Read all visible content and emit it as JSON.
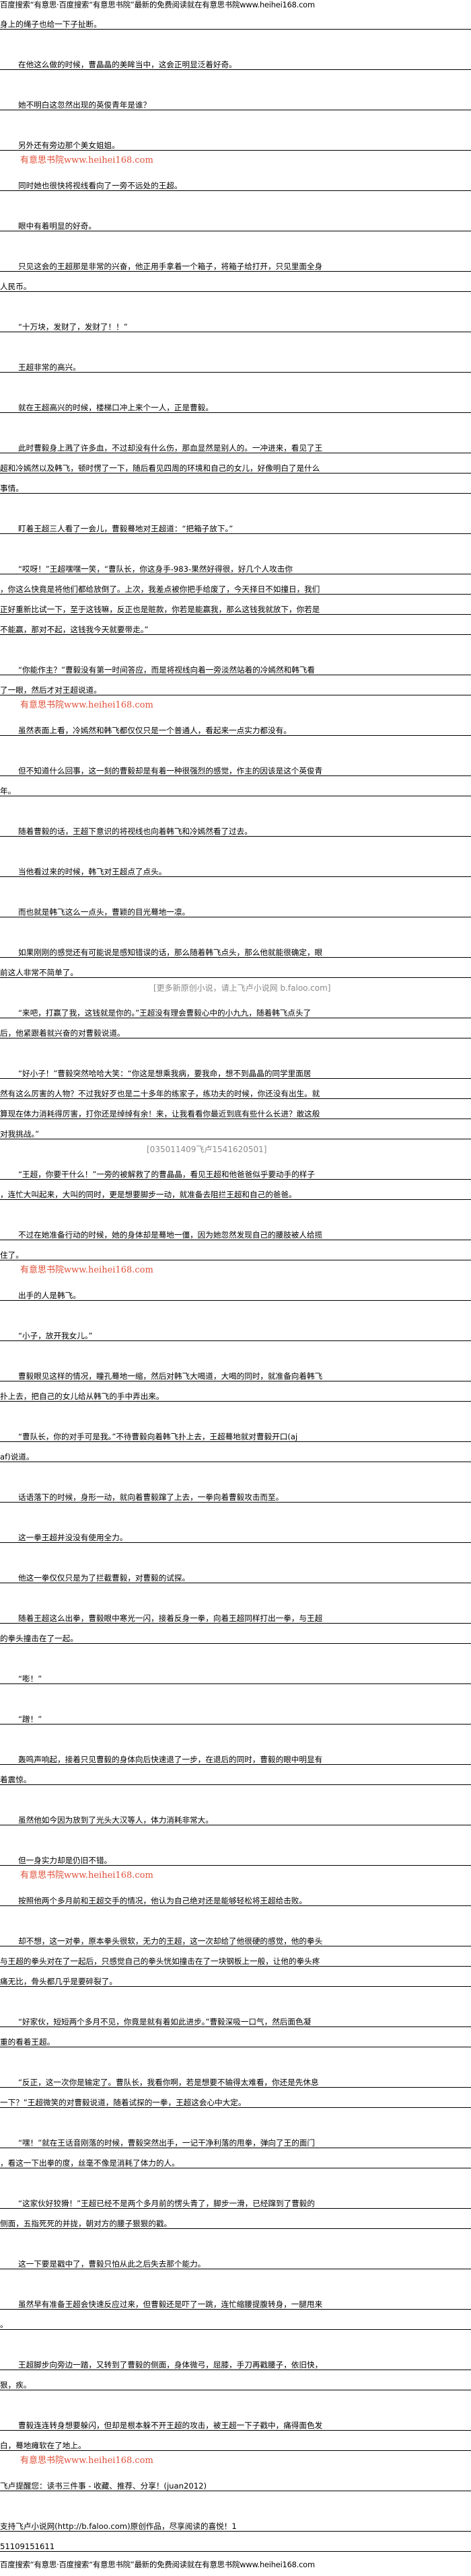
{
  "banner": "百度搜索“有意思·百度搜索“有意思书院”最新的免费阅读就在有意思书院www.heihei168.com",
  "watermarks": {
    "site": "有意思书院www.heihei168.com",
    "faloo_1": "[更多新原创小说，请上飞卢小说网 b.faloo.com]",
    "faloo_2": "[035011409飞卢1541620501]"
  },
  "paragraphs": [
    {
      "indent": false,
      "lines": [
        "身上的绳子也给一下子扯断。"
      ]
    },
    {
      "indent": true,
      "lines": [
        "在他这么做的时候，曹晶晶的美眸当中，这会正明显泛着好奇。"
      ]
    },
    {
      "indent": true,
      "lines": [
        "她不明白这忽然出现的英俊青年是谁？"
      ]
    },
    {
      "indent": true,
      "lines": [
        "另外还有旁边那个美女姐姐。"
      ]
    },
    {
      "indent": true,
      "lines": [
        "同时她也很快将视线看向了一旁不远处的王超。"
      ]
    },
    {
      "indent": true,
      "lines": [
        "眼中有着明显的好奇。"
      ]
    },
    {
      "indent": true,
      "lines": [
        "只见这会的王超那是非常的兴奋，他正用手拿着一个箱子，将箱子给打开，只见里面全身",
        "人民币。"
      ]
    },
    {
      "indent": true,
      "lines": [
        "“十万块，发财了，发财了！！”"
      ]
    },
    {
      "indent": true,
      "lines": [
        "王超非常的高兴。"
      ]
    },
    {
      "indent": true,
      "lines": [
        "就在王超高兴的时候，楼梯口冲上来个一人，正是曹毅。"
      ]
    },
    {
      "indent": true,
      "lines": [
        "此时曹毅身上溅了许多血，不过却没有什么伤，那血显然是别人的。一冲进来，看见了王",
        "超和冷嫣然以及韩飞，顿时愣了一下，随后看见四周的环境和自己的女儿，好像明白了是什么",
        "事情。"
      ]
    },
    {
      "indent": true,
      "lines": [
        "盯着王超三人看了一会儿，曹毅蓦地对王超道：“把箱子放下。”"
      ]
    },
    {
      "indent": true,
      "lines": [
        "“哎呀！”王超嘿嘿一笑，“曹队长，你这身手-983-果然好得很，好几个人攻击你",
        "，你这么快竟是将他们都给放倒了。上次，我差点被你把手给废了，今天择日不如撞日，我们",
        "正好重新比试一下，至于这钱嘛，反正也是赃款，你若是能赢我，那么这钱我就放下，你若是",
        "不能赢，那对不起，这钱我今天就要带走。”"
      ]
    },
    {
      "indent": true,
      "lines": [
        "“你能作主？”曹毅没有第一时间答应，而是将视线向着一旁淡然站着的冷嫣然和韩飞看",
        "了一眼，然后才对王超说道。"
      ]
    },
    {
      "indent": true,
      "lines": [
        "虽然表面上看，冷嫣然和韩飞都仅仅只是一个普通人，看起来一点实力都没有。"
      ]
    },
    {
      "indent": true,
      "lines": [
        "但不知道什么回事，这一刻的曹毅却是有着一种很强烈的感觉，作主的因该是这个英俊青",
        "年。"
      ]
    },
    {
      "indent": true,
      "lines": [
        "随着曹毅的话，王超下意识的将视线也向着韩飞和冷嫣然看了过去。"
      ]
    },
    {
      "indent": true,
      "lines": [
        "当他看过来的时候，韩飞对王超点了点头。"
      ]
    },
    {
      "indent": true,
      "lines": [
        "而也就是韩飞这么一点头，曹颖的目光蓦地一凛。"
      ]
    },
    {
      "indent": true,
      "lines": [
        "如果刚刚的感觉还有可能说是感知错误的话，那么随着韩飞点头，那么他就能很确定，眼",
        "前这人非常不简单了。"
      ]
    },
    {
      "indent": true,
      "lines": [
        "“来吧，打赢了我，这钱就是你的。”王超没有理会曹毅心中的小九九，随着韩飞点头了",
        "后，他紧跟着就兴奋的对曹毅说道。"
      ]
    },
    {
      "indent": true,
      "lines": [
        "“好小子！”曹毅突然哈哈大笑：“你这是想乘我病，要我命，想不到晶晶的同学里面居",
        "然有这么厉害的人物？不过我好歹也是二十多年的练家子，练功夫的时候，你还没有出生。就",
        "算现在体力消耗得厉害，打你还是绰绰有余！来，让我看看你最近到底有些什么长进？敢这般",
        "对我挑战。”"
      ]
    },
    {
      "indent": true,
      "lines": [
        "“王超，你要干什么！”一旁的被解救了的曹晶晶，看见王超和他爸爸似乎要动手的样子",
        "，连忙大叫起来，大叫的同时，更是想要脚步一动，就准备去阻拦王超和自己的爸爸。"
      ]
    },
    {
      "indent": true,
      "lines": [
        "不过在她准备行动的时候，她的身体却是蓦地一僵，因为她忽然发现自己的腰肢被人给揽",
        "住了。"
      ]
    },
    {
      "indent": true,
      "lines": [
        "出手的人是韩飞。"
      ]
    },
    {
      "indent": true,
      "lines": [
        "“小子，放开我女儿。”"
      ]
    },
    {
      "indent": true,
      "lines": [
        "曹毅眼见这样的情况，瞳孔蓦地一缩，然后对韩飞大喝道，大喝的同时，就准备向着韩飞",
        "扑上去，把自己的女儿给从韩飞的手中弄出来。"
      ]
    },
    {
      "indent": true,
      "lines": [
        "“曹队长，你的对手可是我。”不待曹毅向着韩飞扑上去，王超蓦地就对曹毅开口(aj",
        "af)说道。"
      ]
    },
    {
      "indent": true,
      "lines": [
        "话语落下的时候，身形一动，就向着曹毅蹿了上去，一拳向着曹毅攻击而至。"
      ]
    },
    {
      "indent": true,
      "lines": [
        "这一拳王超并没没有使用全力。"
      ]
    },
    {
      "indent": true,
      "lines": [
        "他这一拳仅仅只是为了拦截曹毅，对曹毅的试探。"
      ]
    },
    {
      "indent": true,
      "lines": [
        "随着王超这么出拳，曹毅眼中寒光一闪，接着反身一拳，向着王超同样打出一拳，与王超",
        "的拳头撞击在了一起。"
      ]
    },
    {
      "indent": true,
      "lines": [
        "“嘭！”"
      ]
    },
    {
      "indent": true,
      "lines": [
        "“蹭！”"
      ]
    },
    {
      "indent": true,
      "lines": [
        "轰鸣声响起，接着只见曹毅的身体向后快速退了一步，在退后的同时，曹毅的眼中明显有",
        "着震惊。"
      ]
    },
    {
      "indent": true,
      "lines": [
        "虽然他如今因为放到了光头大汉等人，体力消耗非常大。"
      ]
    },
    {
      "indent": true,
      "lines": [
        "但一身实力却是仍旧不错。"
      ]
    },
    {
      "indent": true,
      "lines": [
        "按照他两个多月前和王超交手的情况，他认为自己绝对还是能够轻松将王超给击败。"
      ]
    },
    {
      "indent": true,
      "lines": [
        "却不想，这一对拳，原本拳头很软，无力的王超，这一次却给了他很硬的感觉，他的拳头",
        "与王超的拳头对在了一起后，只感觉自己的拳头恍如撞击在了一块钢板上一般，让他的拳头疼",
        "痛无比，骨头都几乎是要碎裂了。"
      ]
    },
    {
      "indent": true,
      "lines": [
        "“好家伙，短短两个多月不见，你竟是就有着如此进步。”曹毅深吸一口气，然后面色凝",
        "重的看着王超。"
      ]
    },
    {
      "indent": true,
      "lines": [
        "“反正，这一次你是输定了。曹队长，我看你啊，若是想要不输得太难看，你还是先休息",
        "一下？”王超微笑的对曹毅说道，随着试探的一拳，王超这会心中大定。"
      ]
    },
    {
      "indent": true,
      "lines": [
        "“嘿！”就在王话音刚落的时候，曹毅突然出手，一记干净利落的甩拳，弹向了王的面门",
        "，看这一下出拳的度，丝毫不像是消耗了体力的人。"
      ]
    },
    {
      "indent": true,
      "lines": [
        "“这家伙好狡猾！”王超已经不是两个多月前的愣头青了，脚步一滑，已经蹿到了曹毅的",
        "侧面，五指死死的并拢，朝对方的腰子狠狠的戳。"
      ]
    },
    {
      "indent": true,
      "lines": [
        "这一下要是戳中了，曹毅只怕从此之后失去那个能力。"
      ]
    },
    {
      "indent": true,
      "lines": [
        "虽然早有准备王超会快速反应过来，但曹毅还是吓了一跳，连忙缩腰提腹转身，一腿甩来",
        "。"
      ]
    },
    {
      "indent": true,
      "lines": [
        "王超脚步向旁边一踏，又转到了曹毅的侧面，身体微弓，屈膝，手刀再戳腰子，依旧快，",
        "狠，疾。"
      ]
    },
    {
      "indent": true,
      "lines": [
        "曹毅连连转身想要躲闪，但却是根本躲不开王超的攻击，被王超一下子戳中，痛得面色发",
        "白，蓦地瘫软在了地上。"
      ]
    },
    {
      "indent": false,
      "lines": [
        "飞卢提醒您：读书三件事 - 收藏、推荐、分享！(juan2012)"
      ]
    },
    {
      "indent": false,
      "lines": [
        "支持飞卢小说网(http://b.faloo.com)原创作品，尽享阅读的喜悦！1",
        "51109151611"
      ]
    }
  ]
}
